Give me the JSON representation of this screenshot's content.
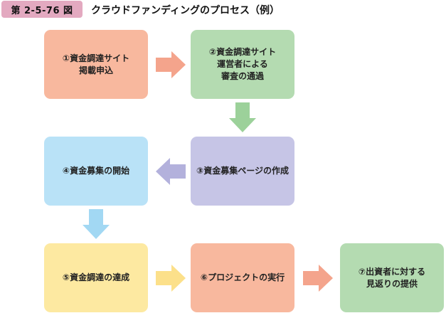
{
  "figure": {
    "number": "第 2-5-76 図",
    "title": "クラウドファンディングのプロセス（例）"
  },
  "steps": [
    {
      "label": "①資金調達サイト\n掲載申込",
      "color": "#f8b89e"
    },
    {
      "label": "②資金調達サイト\n運営者による\n審査の通過",
      "color": "#b4dbb1"
    },
    {
      "label": "③資金募集ページの作成",
      "color": "#c6c5e6"
    },
    {
      "label": "④資金募集の開始",
      "color": "#b9e2f7"
    },
    {
      "label": "⑤資金調達の達成",
      "color": "#fde9a1"
    },
    {
      "label": "⑥プロジェクトの実行",
      "color": "#f8b89e"
    },
    {
      "label": "⑦出資者に対する\n見返りの提供",
      "color": "#b4dbb1"
    }
  ],
  "arrow_colors": {
    "step1_to_2": "#f4a48c",
    "step2_to_3": "#9cd19a",
    "step3_to_4": "#b3b1dc",
    "step4_to_5": "#a2d8f3",
    "step5_to_6": "#fce08a",
    "step6_to_7": "#f4a48c"
  }
}
